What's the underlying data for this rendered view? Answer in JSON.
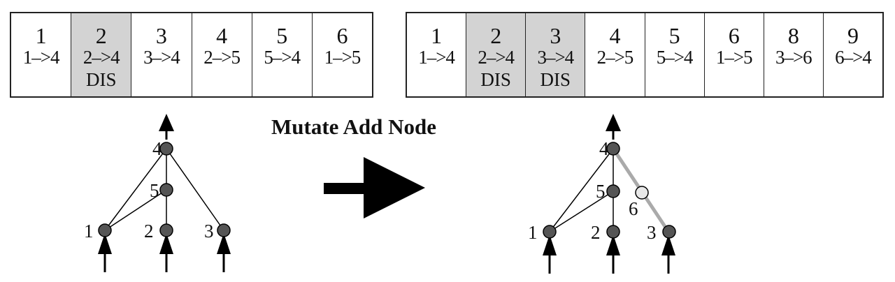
{
  "title": "Mutate Add Node",
  "colors": {
    "disabled_gene": "#d3d3d3",
    "node": "#555555",
    "new_node": "#e8e8e8",
    "new_connection": "#aaaaaa"
  },
  "parent_genome": [
    {
      "innovation": "1",
      "connection": "1–>4",
      "flag": ""
    },
    {
      "innovation": "2",
      "connection": "2–>4",
      "flag": "DIS"
    },
    {
      "innovation": "3",
      "connection": "3–>4",
      "flag": ""
    },
    {
      "innovation": "4",
      "connection": "2–>5",
      "flag": ""
    },
    {
      "innovation": "5",
      "connection": "5–>4",
      "flag": ""
    },
    {
      "innovation": "6",
      "connection": "1–>5",
      "flag": ""
    }
  ],
  "mutated_genome": [
    {
      "innovation": "1",
      "connection": "1–>4",
      "flag": ""
    },
    {
      "innovation": "2",
      "connection": "2–>4",
      "flag": "DIS"
    },
    {
      "innovation": "3",
      "connection": "3–>4",
      "flag": "DIS"
    },
    {
      "innovation": "4",
      "connection": "2–>5",
      "flag": ""
    },
    {
      "innovation": "5",
      "connection": "5–>4",
      "flag": ""
    },
    {
      "innovation": "6",
      "connection": "1–>5",
      "flag": ""
    },
    {
      "innovation": "8",
      "connection": "3–>6",
      "flag": ""
    },
    {
      "innovation": "9",
      "connection": "6–>4",
      "flag": ""
    }
  ],
  "parent_network": {
    "nodes": [
      "1",
      "2",
      "3",
      "4",
      "5"
    ]
  },
  "mutated_network": {
    "nodes": [
      "1",
      "2",
      "3",
      "4",
      "5",
      "6"
    ]
  }
}
